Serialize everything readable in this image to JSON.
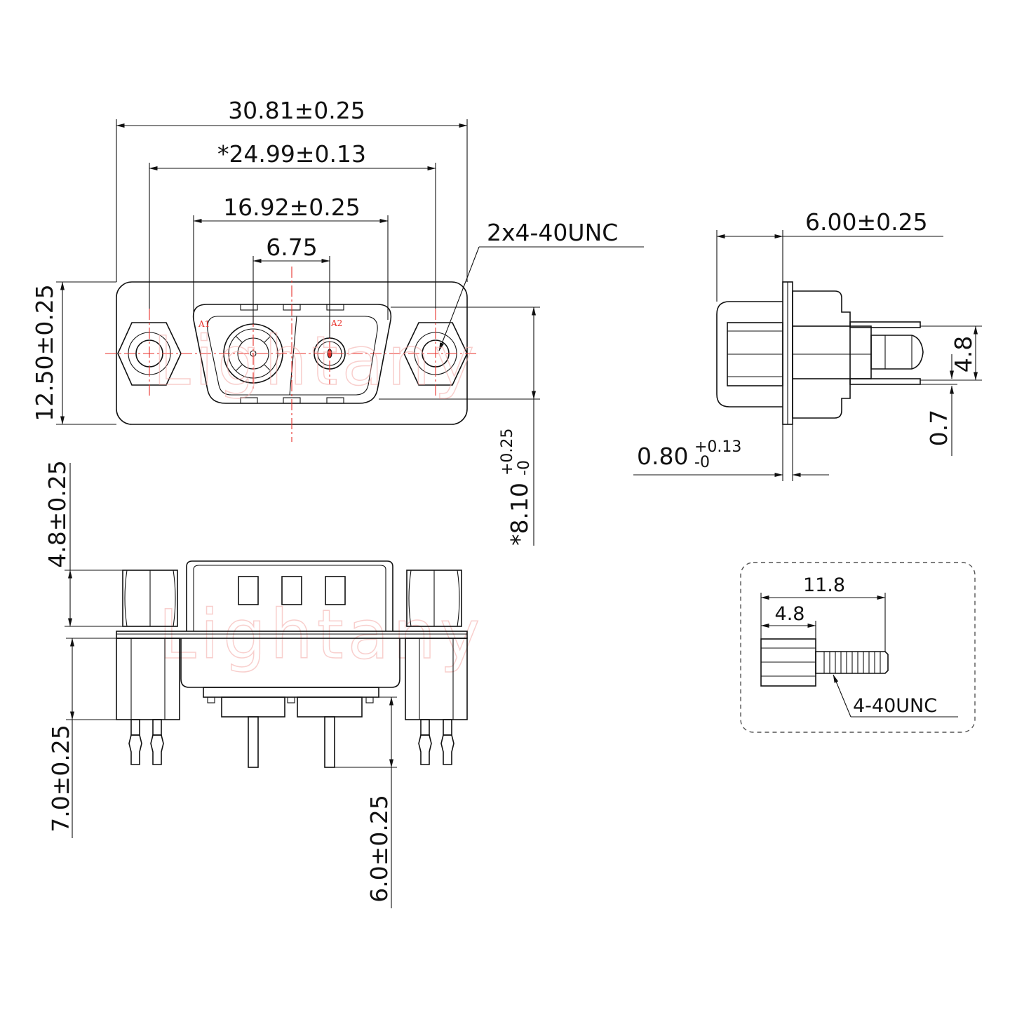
{
  "watermark": "Lightany",
  "front_view": {
    "dim_overall_width": "30.81±0.25",
    "dim_mount_hole_spacing": "*24.99±0.13",
    "dim_shell_width": "16.92±0.25",
    "dim_contact_pitch": "6.75",
    "dim_thread_note": "2x4-40UNC",
    "dim_flange_height": "12.50±0.25",
    "dim_shell_height": "*8.10",
    "dim_shell_height_tol_upper": "+0.25",
    "dim_shell_height_tol_lower": "-0",
    "pin_label_a1": "A1",
    "pin_label_a2": "A2"
  },
  "side_view": {
    "dim_depth": "6.00±0.25",
    "dim_flange_thickness": "0.80",
    "dim_flange_thickness_tol_upper": "+0.13",
    "dim_flange_thickness_tol_lower": "-0",
    "dim_pin_spacing": "4.8",
    "dim_pin_offset": "0.7"
  },
  "bottom_view": {
    "dim_standoff_height": "4.8±0.25",
    "dim_board_lock_length": "7.0±0.25",
    "dim_pin_length": "6.0±0.25"
  },
  "screw_detail": {
    "dim_total_length": "11.8",
    "dim_hex_length": "4.8",
    "thread_note": "4-40UNC"
  }
}
